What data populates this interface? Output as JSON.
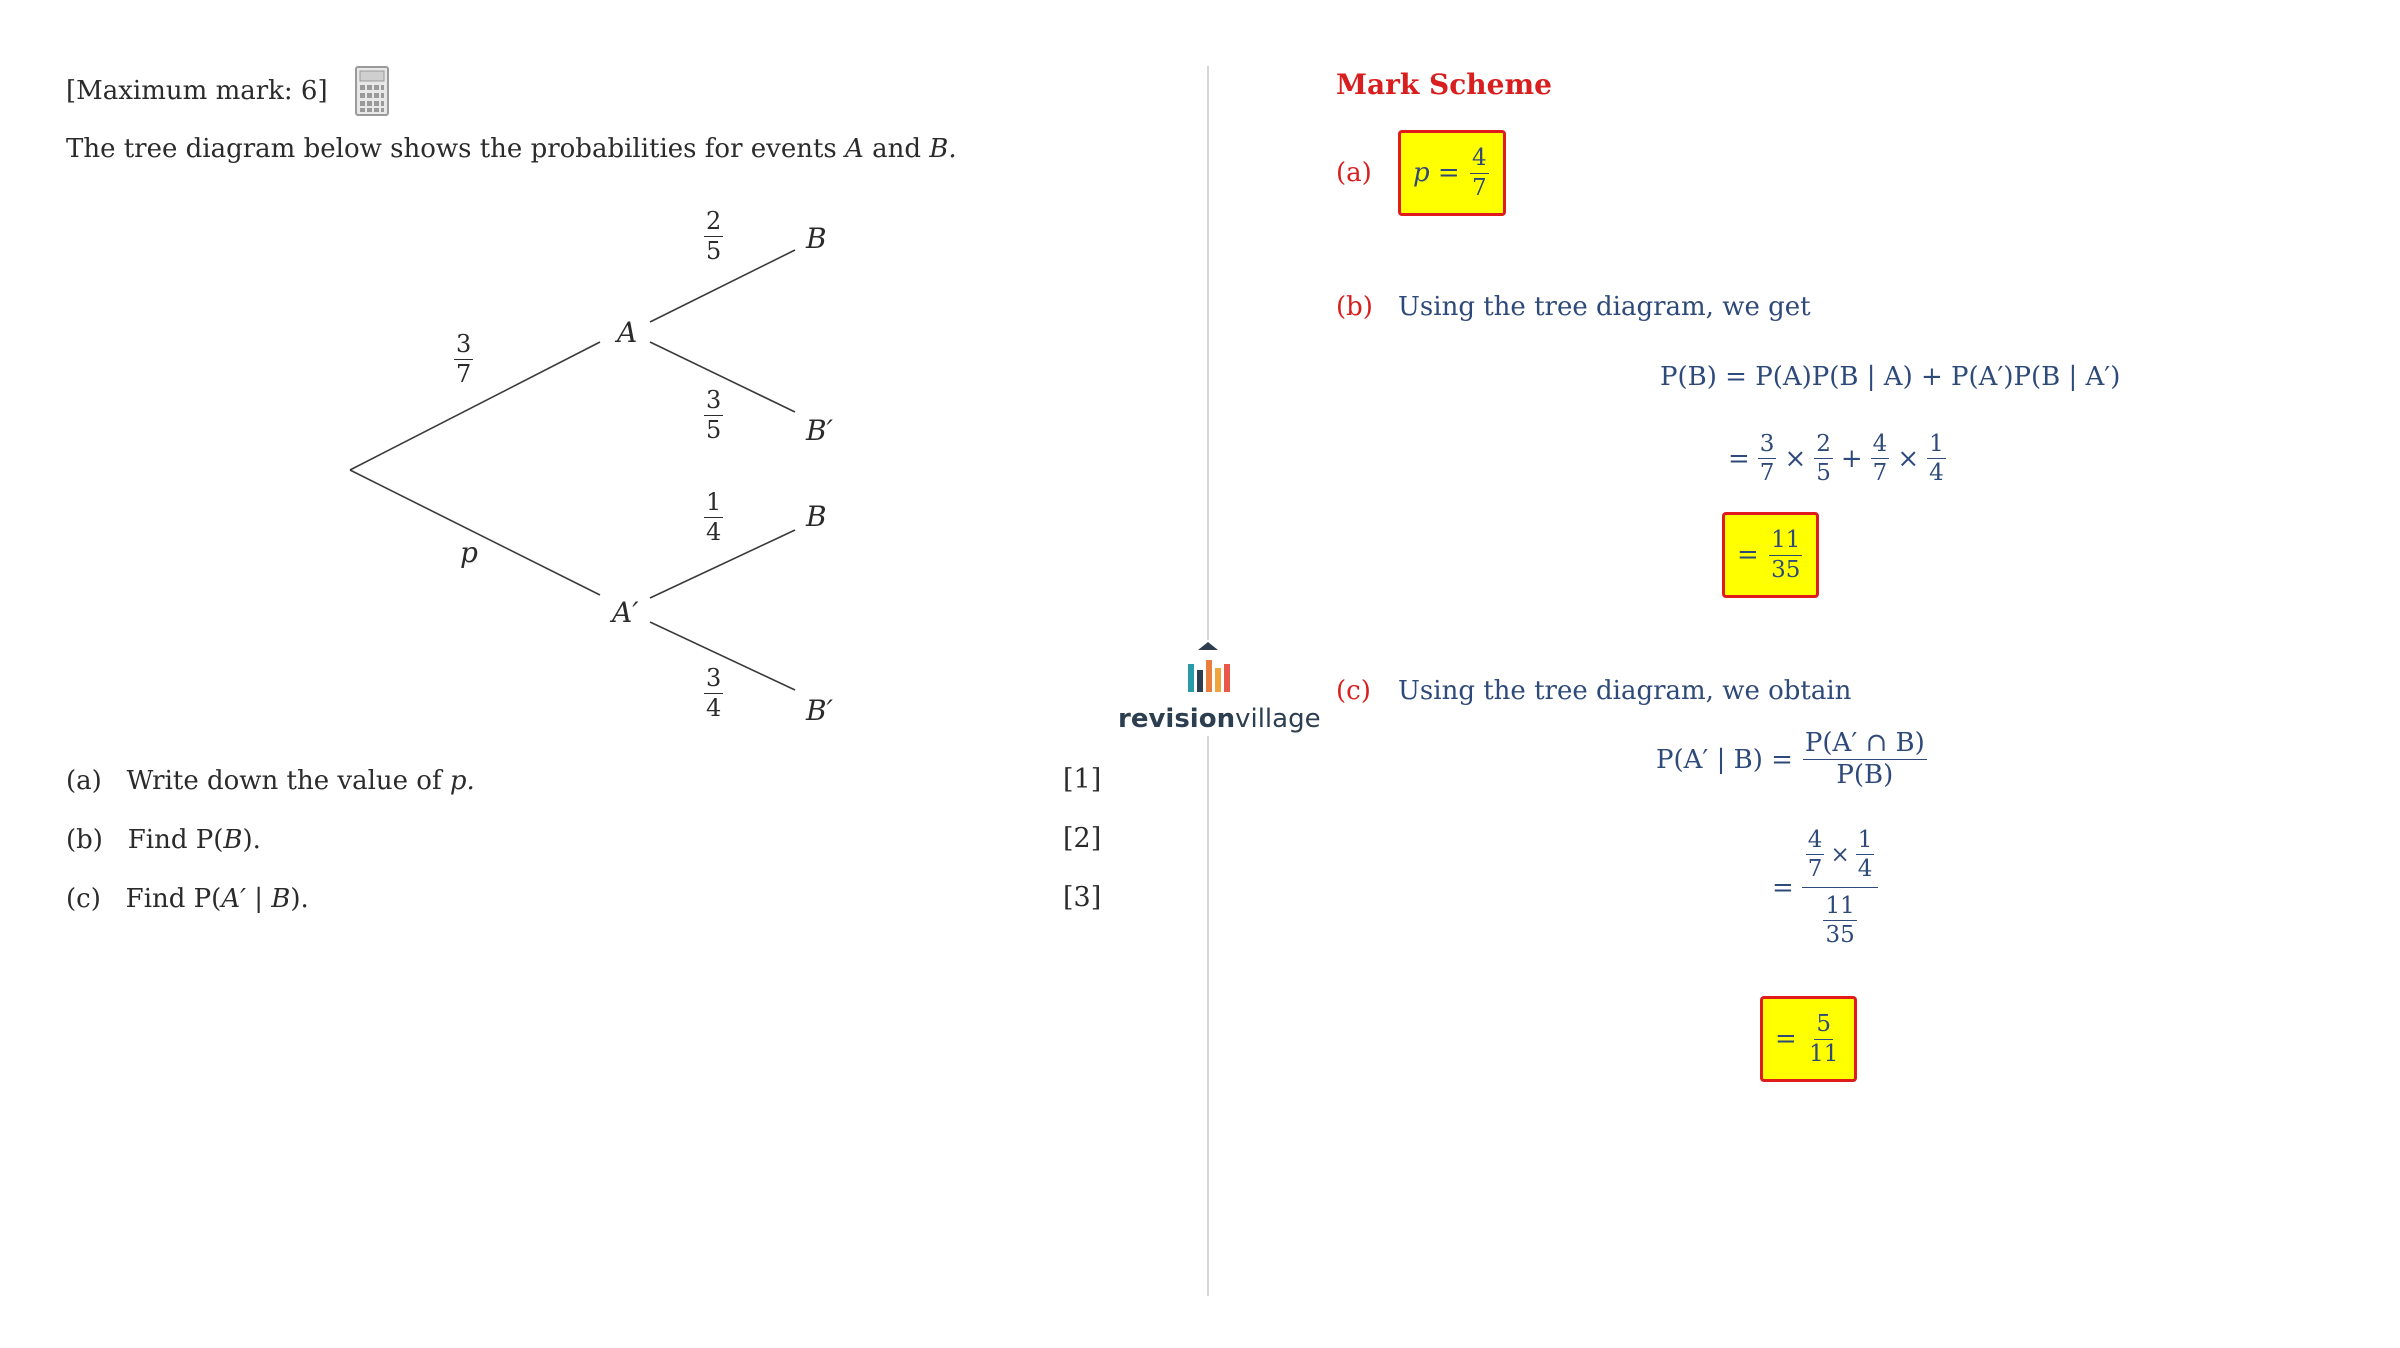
{
  "question": {
    "max_mark": "[Maximum mark: 6]",
    "calculator_icon": "calculator-icon",
    "intro_text": "The tree diagram below shows the probabilities for events",
    "intro_a": "A",
    "intro_and": "and",
    "intro_b": "B.",
    "tree": {
      "first_upper_num": "3",
      "first_upper_den": "7",
      "first_lower": "p",
      "node_a": "A",
      "node_a_prime": "A′",
      "a_b_num": "2",
      "a_b_den": "5",
      "a_b_label": "B",
      "a_bp_num": "3",
      "a_bp_den": "5",
      "a_bp_label": "B′",
      "ap_b_num": "1",
      "ap_b_den": "4",
      "ap_b_label": "B",
      "ap_bp_num": "3",
      "ap_bp_den": "4",
      "ap_bp_label": "B′"
    },
    "parts": [
      {
        "label": "(a)",
        "text": "Write down the value of",
        "math": "p.",
        "marks": "[1]"
      },
      {
        "label": "(b)",
        "text": "Find P(",
        "math": "B",
        "tail": ").",
        "marks": "[2]"
      },
      {
        "label": "(c)",
        "text": "Find P(",
        "math": "A′ | B",
        "tail": ").",
        "marks": "[3]"
      }
    ]
  },
  "logo": {
    "bold": "revision",
    "rest": "village"
  },
  "mark_scheme": {
    "title": "Mark Scheme",
    "a": {
      "label": "(a)",
      "lhs": "p =",
      "num": "4",
      "den": "7"
    },
    "b": {
      "label": "(b)",
      "text": "Using the tree diagram, we get",
      "line1": "P(B) = P(A)P(B | A) + P(A′)P(B | A′)",
      "eq": "=",
      "f1n": "3",
      "f1d": "7",
      "times1": "×",
      "f2n": "2",
      "f2d": "5",
      "plus": "+",
      "f3n": "4",
      "f3d": "7",
      "times2": "×",
      "f4n": "1",
      "f4d": "4",
      "ans_eq": "=",
      "ans_num": "11",
      "ans_den": "35"
    },
    "c": {
      "label": "(c)",
      "text": "Using the tree diagram, we obtain",
      "lhs": "P(A′ | B) =",
      "rhs_num": "P(A′ ∩ B)",
      "rhs_den": "P(B)",
      "eq": "=",
      "s1n": "4",
      "s1d": "7",
      "times": "×",
      "s2n": "1",
      "s2d": "4",
      "big_den_num": "11",
      "big_den_den": "35",
      "ans_eq": "=",
      "ans_num": "5",
      "ans_den": "11"
    }
  },
  "colors": {
    "red": "#d81e1e",
    "blue": "#2e4a7a",
    "highlight": "#ffff00"
  }
}
